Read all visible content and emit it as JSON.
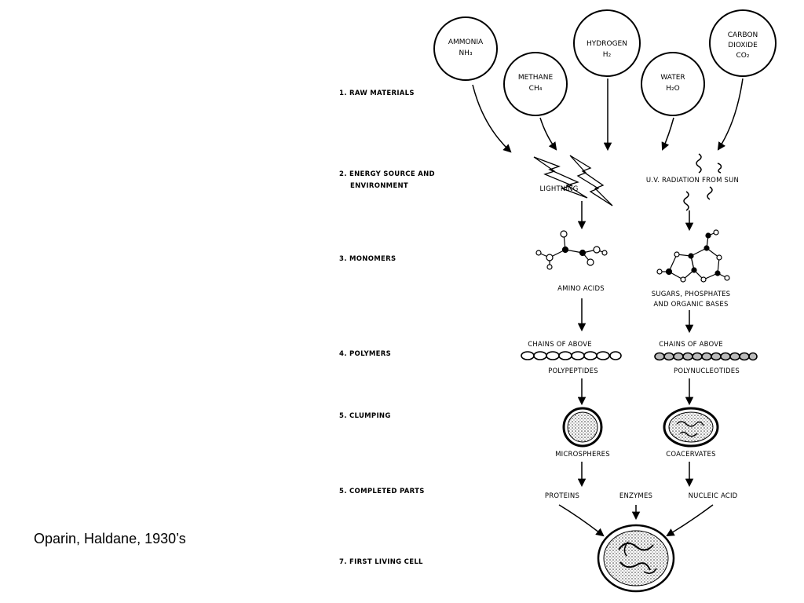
{
  "caption": "Oparin, Haldane, 1930’s",
  "steps": [
    {
      "num": "1.",
      "label": "RAW MATERIALS"
    },
    {
      "num": "2.",
      "label": "ENERGY SOURCE AND",
      "label2": "ENVIRONMENT"
    },
    {
      "num": "3.",
      "label": "MONOMERS"
    },
    {
      "num": "4.",
      "label": "POLYMERS"
    },
    {
      "num": "5.",
      "label": "CLUMPING"
    },
    {
      "num": "5.",
      "label": "COMPLETED PARTS"
    },
    {
      "num": "7.",
      "label": "FIRST LIVING CELL"
    }
  ],
  "raw_materials": [
    {
      "name": "AMMONIA",
      "formula": "NH₃"
    },
    {
      "name": "METHANE",
      "formula": "CH₄"
    },
    {
      "name": "HYDROGEN",
      "formula": "H₂"
    },
    {
      "name": "WATER",
      "formula": "H₂O"
    },
    {
      "name": "CARBON",
      "name2": "DIOXIDE",
      "formula": "CO₂"
    }
  ],
  "energy": {
    "left": "LIGHTNING",
    "right": "U.V. RADIATION FROM SUN"
  },
  "monomers": {
    "left": "AMINO ACIDS",
    "right_line1": "SUGARS, PHOSPHATES",
    "right_line2": "AND ORGANIC BASES"
  },
  "polymers": {
    "left_top": "CHAINS OF ABOVE",
    "left_bottom": "POLYPEPTIDES",
    "right_top": "CHAINS OF ABOVE",
    "right_bottom": "POLYNUCLEOTIDES"
  },
  "clumping": {
    "left": "MICROSPHERES",
    "right": "COACERVATES"
  },
  "parts": {
    "left": "PROTEINS",
    "middle": "ENZYMES",
    "right": "NUCLEIC ACID"
  }
}
